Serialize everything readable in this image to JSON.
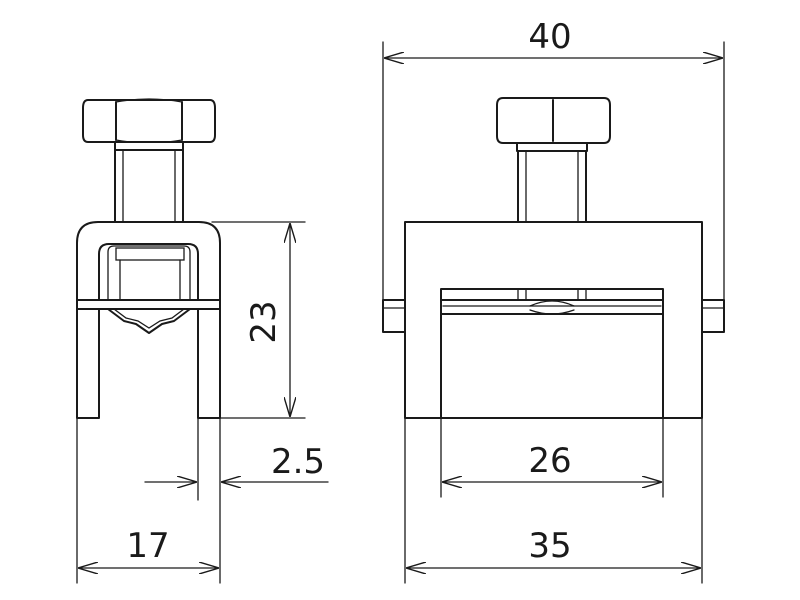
{
  "dimensions": {
    "width_total": "40",
    "height": "23",
    "wall_thickness": "2.5",
    "width_inner": "26",
    "width_side": "17",
    "width_body": "35"
  }
}
